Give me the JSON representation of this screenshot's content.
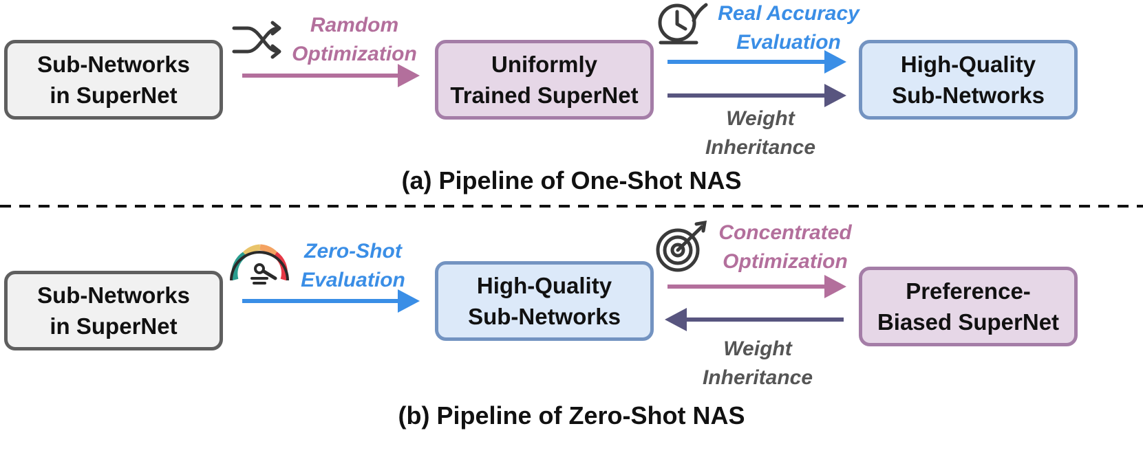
{
  "colors": {
    "gray_fill": "#f1f1f1",
    "gray_border": "#5f5f5f",
    "purple_fill": "#e6d7e7",
    "purple_border": "#a47da7",
    "blue_fill": "#dce9f9",
    "blue_border": "#7393c1",
    "pink": "#b36f9c",
    "blue": "#3a8ee6",
    "navy": "#58557f",
    "dark_label": "#555555"
  },
  "one_shot": {
    "box_subnets": [
      "Sub-Networks",
      "in SuperNet"
    ],
    "box_trained": [
      "Uniformly",
      "Trained SuperNet"
    ],
    "box_hq": [
      "High-Quality",
      "Sub-Networks"
    ],
    "label_random": [
      "Ramdom",
      "Optimization"
    ],
    "label_accuracy": [
      "Real Accuracy",
      "Evaluation"
    ],
    "label_weight": [
      "Weight",
      "Inheritance"
    ],
    "caption": "(a) Pipeline of One-Shot NAS",
    "icons": [
      "shuffle-icon",
      "timer-icon"
    ]
  },
  "zero_shot": {
    "box_subnets": [
      "Sub-Networks",
      "in SuperNet"
    ],
    "box_hq": [
      "High-Quality",
      "Sub-Networks"
    ],
    "box_biased": [
      "Preference-",
      "Biased SuperNet"
    ],
    "label_zero": [
      "Zero-Shot",
      "Evaluation"
    ],
    "label_concentrated": [
      "Concentrated",
      "Optimization"
    ],
    "label_weight": [
      "Weight",
      "Inheritance"
    ],
    "caption": "(b) Pipeline of Zero-Shot NAS",
    "icons": [
      "speedometer-icon",
      "target-icon"
    ]
  }
}
